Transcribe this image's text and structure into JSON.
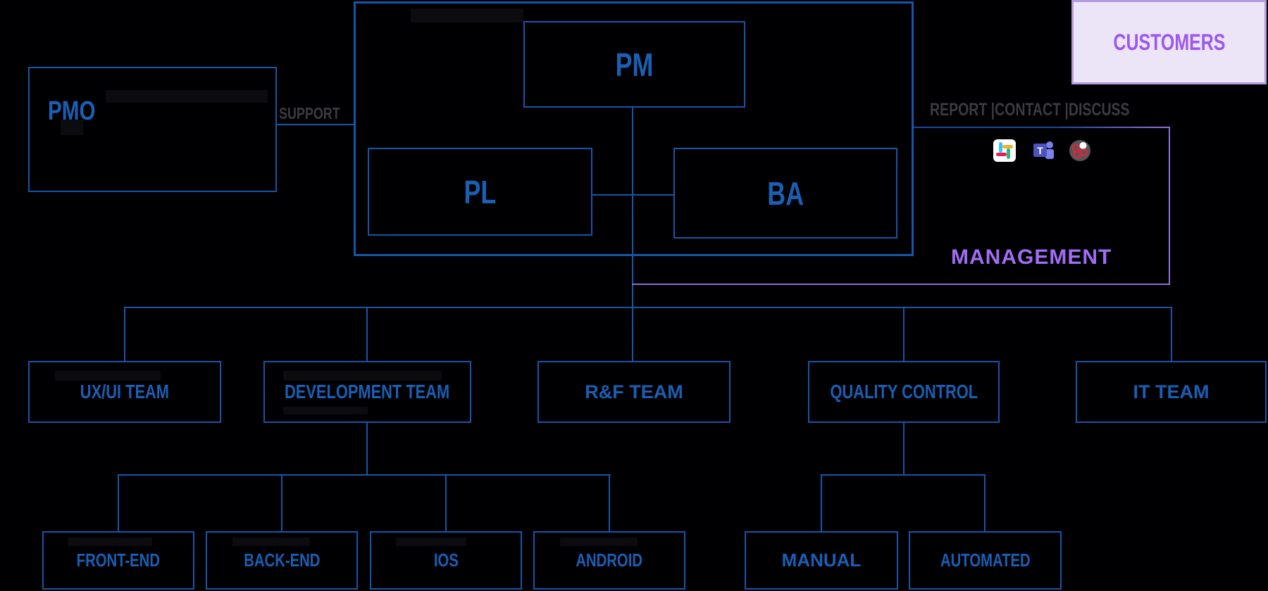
{
  "header": {
    "pmo_label": "PMO",
    "support_label": "SUPPORT",
    "pm_label": "PM",
    "pl_label": "PL",
    "ba_label": "BA",
    "customers_label": "CUSTOMERS",
    "report_menu": "REPORT |CONTACT |DISCUSS",
    "management_label": "MANAGEMENT",
    "comm_icons": [
      "slack",
      "microsoft-teams",
      "red-rings-app"
    ]
  },
  "teams": [
    "UX/UI TEAM",
    "DEVELOPMENT TEAM",
    "R&F TEAM",
    "QUALITY CONTROL",
    "IT TEAM"
  ],
  "development_subteams": [
    "FRONT-END",
    "BACK-END",
    "IOS",
    "ANDROID"
  ],
  "quality_subteams": [
    "MANUAL",
    "AUTOMATED"
  ],
  "colors": {
    "background": "#000003",
    "blue_line": "#1456a8",
    "blue_text": "#1a5fb4",
    "gray_text": "#3b3b40",
    "purple_line": "#8f6fd6",
    "purple_text": "#a06df5",
    "customers_bg": "#ece5f8",
    "customers_border": "#b49be0",
    "customers_text": "#9b57ee"
  }
}
